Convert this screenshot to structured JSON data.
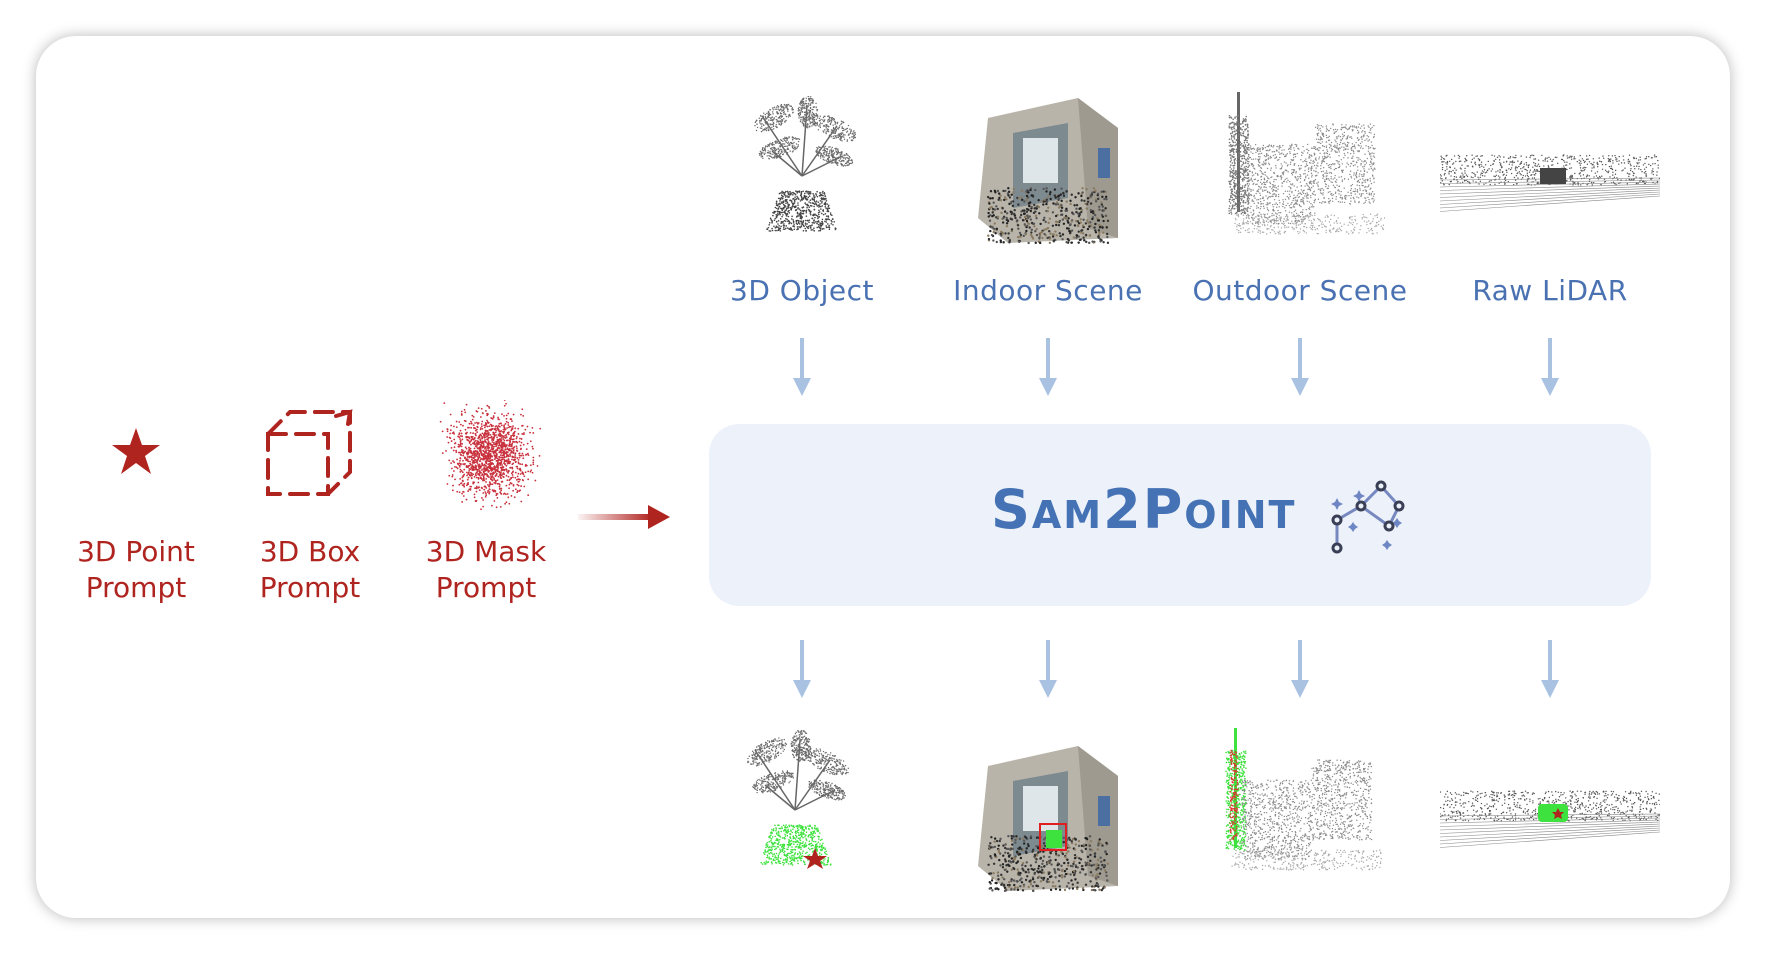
{
  "prompts": [
    {
      "line1": "3D Point",
      "line2": "Prompt",
      "icon": "star-icon"
    },
    {
      "line1": "3D Box",
      "line2": "Prompt",
      "icon": "dashed-cube-icon"
    },
    {
      "line1": "3D Mask",
      "line2": "Prompt",
      "icon": "point-cloud-mask-icon"
    }
  ],
  "inputs": [
    {
      "label": "3D Object"
    },
    {
      "label": "Indoor Scene"
    },
    {
      "label": "Outdoor Scene"
    },
    {
      "label": "Raw LiDAR"
    }
  ],
  "model": {
    "name": "Sam2Point",
    "icon": "constellation-icon"
  },
  "colors": {
    "blue": "#4472b4",
    "red": "#b02420",
    "core_bg": "#edf2fa",
    "arrow": "#a9c2e2",
    "segment_green": "#3ee23e"
  }
}
